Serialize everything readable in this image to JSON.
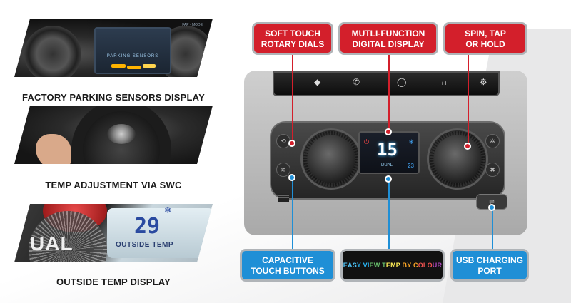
{
  "features_left": [
    {
      "caption": "FACTORY PARKING SENSORS DISPLAY",
      "screen_text": "PARKING SENSORS",
      "header_text": "FAP · MODE"
    },
    {
      "caption": "TEMP ADJUSTMENT VIA SWC"
    },
    {
      "caption": "OUTSIDE TEMP DISPLAY",
      "dual_text": "UAL",
      "temp_value": "29",
      "temp_label": "OUTSIDE TEMP"
    }
  ],
  "callouts_top": [
    {
      "line1": "SOFT TOUCH",
      "line2": "ROTARY DIALS",
      "color": "#d31f2b"
    },
    {
      "line1": "MUTLI-FUNCTION",
      "line2": "DIGITAL DISPLAY",
      "color": "#d31f2b"
    },
    {
      "line1": "SPIN, TAP",
      "line2": "OR HOLD",
      "color": "#d31f2b"
    }
  ],
  "callouts_bottom": [
    {
      "line1": "CAPACITIVE",
      "line2": "TOUCH BUTTONS",
      "color": "#1f8fd6"
    },
    {
      "rainbow": "EASY VIEW TEMP BY COLOUR"
    },
    {
      "line1": "USB CHARGING",
      "line2": "PORT",
      "color": "#1f8fd6"
    }
  ],
  "console": {
    "display_temp": "15",
    "display_sub": "DUAL",
    "display_temp_right": "23"
  },
  "icons": [
    "navigation-icon",
    "phone-icon",
    "home-icon",
    "headphones-icon",
    "settings-icon",
    "fan-icon",
    "usb-icon"
  ],
  "rainbow_colors": [
    "#4fc3f7",
    "#29b6f6",
    "#66bb6a",
    "#ffee58",
    "#ffa726",
    "#ef5350",
    "#ab47bc"
  ]
}
